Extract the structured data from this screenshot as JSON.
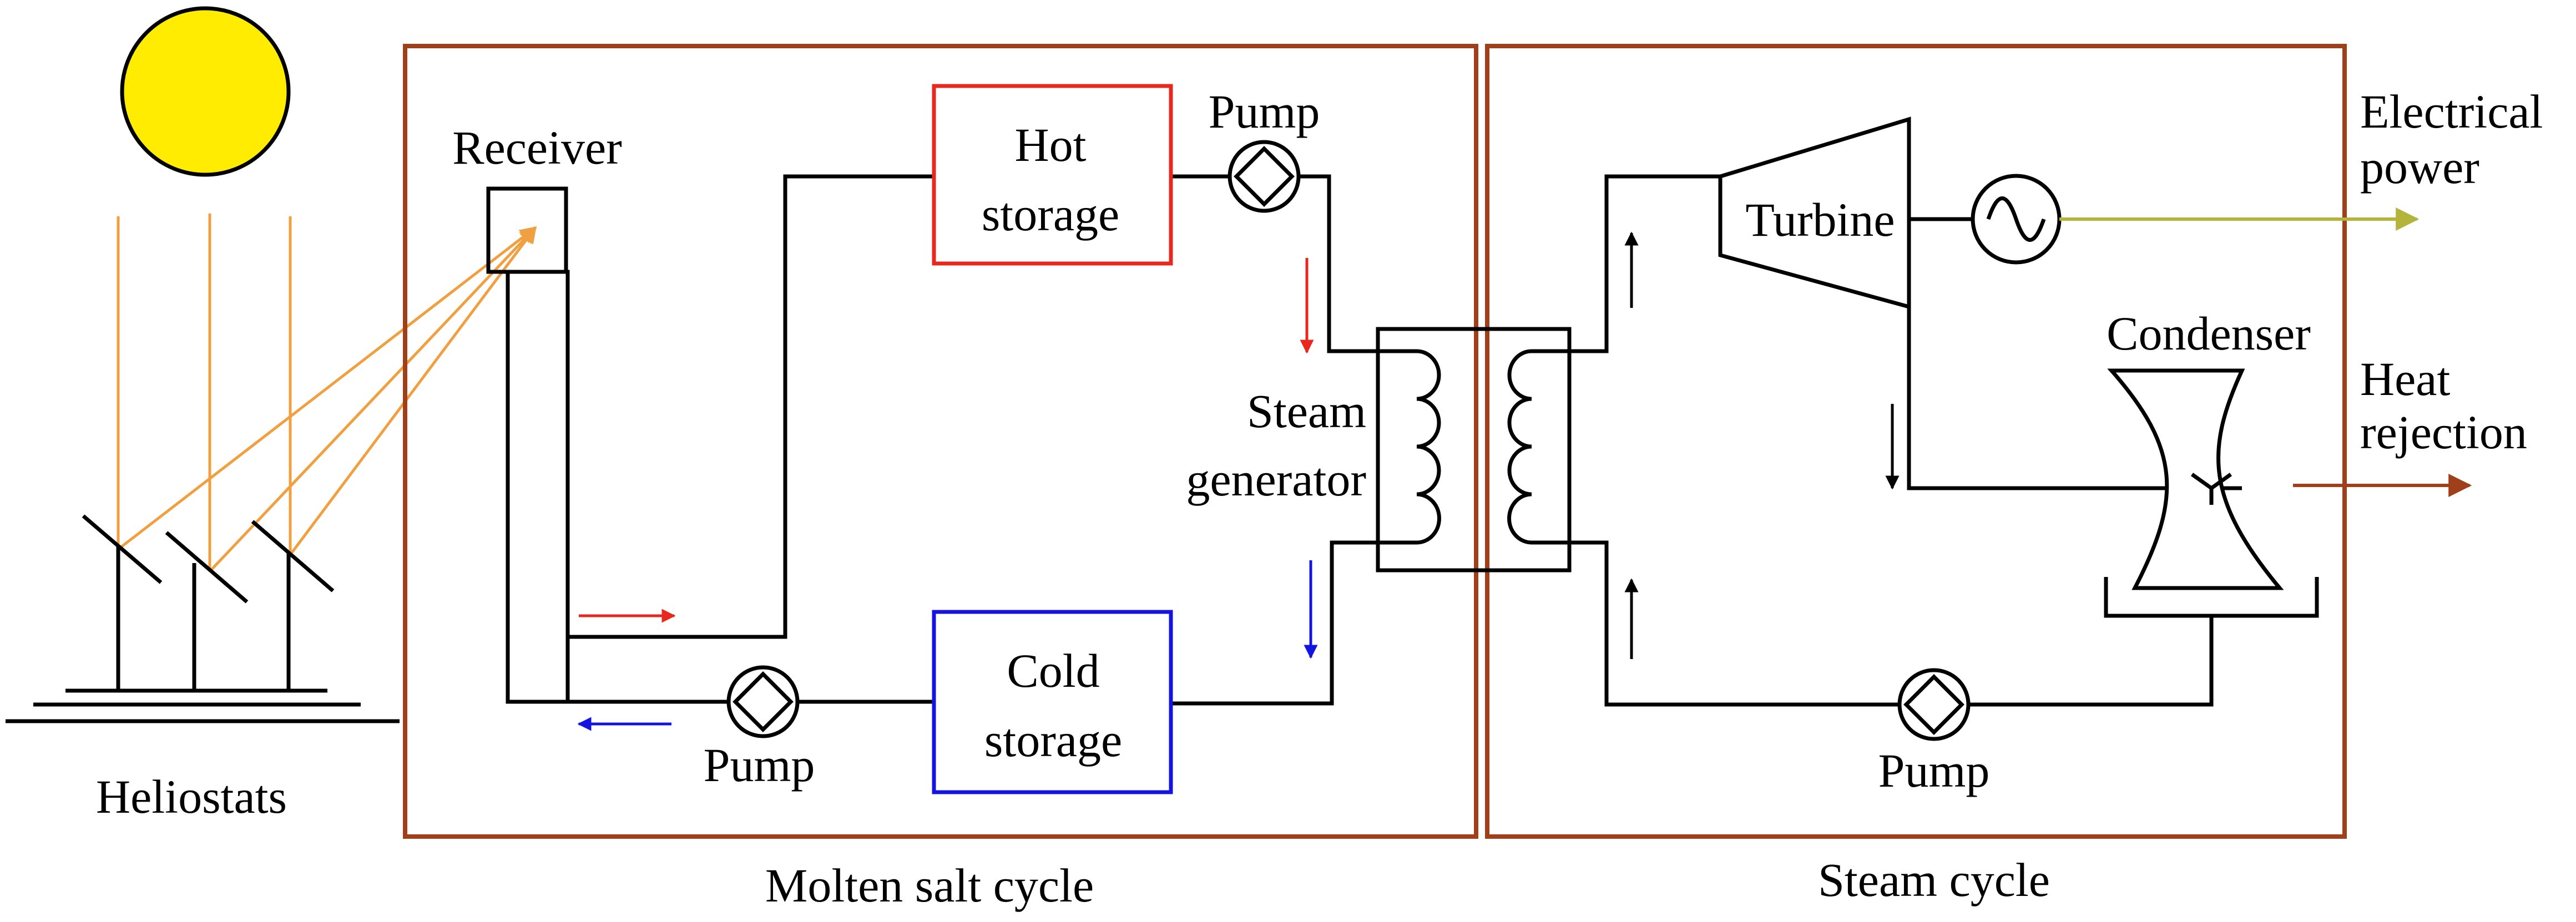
{
  "colors": {
    "sun_fill": "#ffec00",
    "ray": "#f0a040",
    "cycle_box": "#a0401a",
    "hot": "#e8281e",
    "cold": "#1414e0",
    "electrical": "#b4b43c",
    "heat": "#a0401a",
    "line": "#000000"
  },
  "labels": {
    "receiver": "Receiver",
    "hot_storage_1": "Hot",
    "hot_storage_2": "storage",
    "cold_storage_1": "Cold",
    "cold_storage_2": "storage",
    "pump_top": "Pump",
    "pump_bottom_left": "Pump",
    "pump_bottom_right": "Pump",
    "steam_generator_1": "Steam",
    "steam_generator_2": "generator",
    "turbine": "Turbine",
    "condenser": "Condenser",
    "electrical_1": "Electrical",
    "electrical_2": "power",
    "heat_1": "Heat",
    "heat_2": "rejection",
    "heliostats": "Heliostats",
    "molten_salt_cycle": "Molten salt cycle",
    "steam_cycle": "Steam cycle"
  },
  "icons": {
    "sun": "sun-icon",
    "pump": "pump-icon",
    "generator": "ac-generator-icon",
    "heliostat": "mirror-icon",
    "condenser": "cooling-tower-icon",
    "heat_exchanger": "coil-icon"
  }
}
